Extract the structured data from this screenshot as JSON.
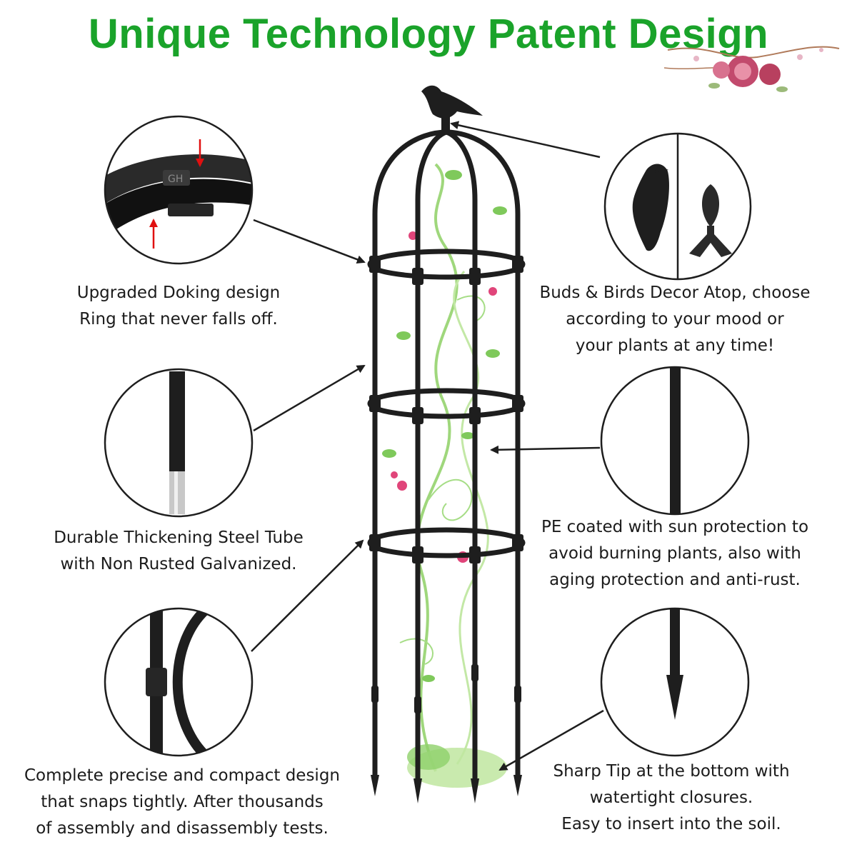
{
  "headline": "Unique Technology Patent Design",
  "colors": {
    "headline": "#1aa32a",
    "frame": "#1e1e1e",
    "vine": "#8fd16a",
    "flower": "#e0457a",
    "arrow_tip": "#e01010"
  },
  "features": {
    "docking_ring": {
      "icon": "docking-ring-closeup",
      "lines": [
        "Upgraded Doking design",
        "Ring that never falls off."
      ]
    },
    "top_decor": {
      "icon": "bird-and-bud-finials",
      "lines": [
        "Buds & Birds Decor Atop, choose",
        "according to your mood or",
        "your plants at any time!"
      ]
    },
    "steel_tube": {
      "icon": "galvanized-tube-closeup",
      "lines": [
        "Durable Thickening Steel Tube",
        "with Non Rusted Galvanized."
      ]
    },
    "pe_coating": {
      "icon": "coated-rod-closeup",
      "lines": [
        "PE coated with sun protection to",
        "avoid burning plants, also with",
        "aging protection and anti-rust."
      ]
    },
    "snap_joint": {
      "icon": "snap-joint-closeup",
      "lines": [
        "Complete precise and compact design",
        "that snaps tightly. After thousands",
        "of assembly and disassembly tests."
      ]
    },
    "sharp_tip": {
      "icon": "sharp-tip-closeup",
      "lines": [
        "Sharp Tip at the bottom with",
        "watertight closures.",
        "Easy to insert into the soil."
      ]
    }
  }
}
